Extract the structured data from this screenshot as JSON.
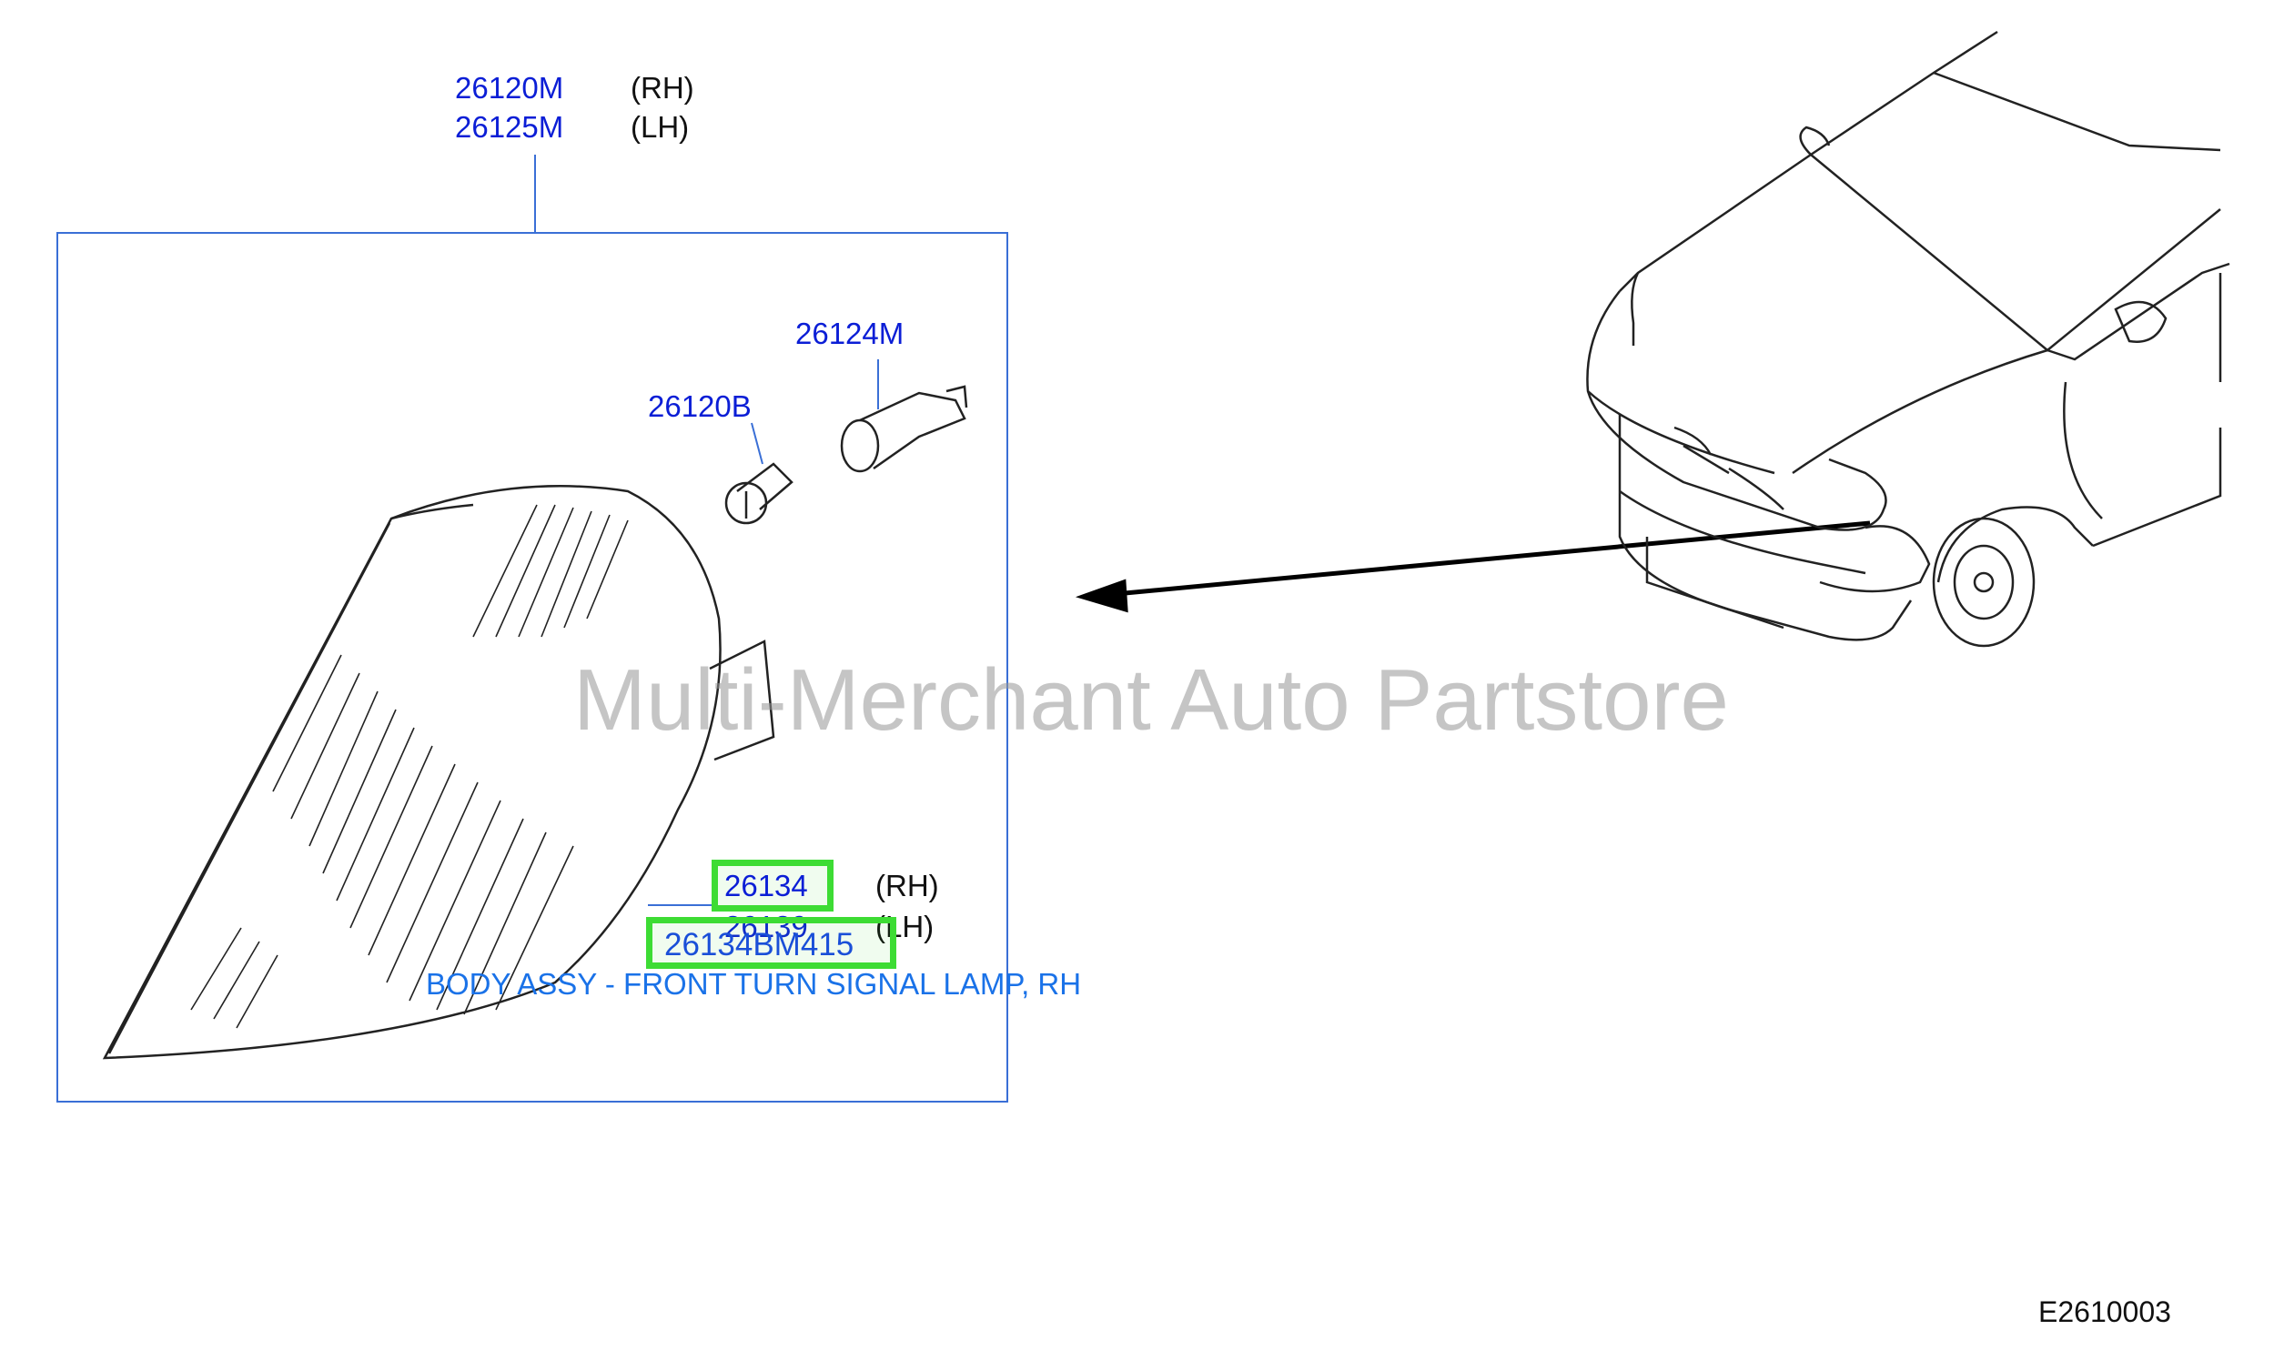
{
  "callouts": {
    "lamp_rh": {
      "part": "26120M",
      "side": "(RH)"
    },
    "lamp_lh": {
      "part": "26125M",
      "side": "(LH)"
    },
    "socket": {
      "part": "26124M"
    },
    "bulb": {
      "part": "26120B"
    },
    "body_rh": {
      "part": "26134",
      "side": "(RH)"
    },
    "body_lh": {
      "part": "26139",
      "side": "(LH)"
    }
  },
  "highlight": {
    "part_number": "26134BM415",
    "description": "BODY ASSY - FRONT TURN SIGNAL LAMP, RH",
    "color": "#3ddc34"
  },
  "watermark": "Multi-Merchant Auto Partstore",
  "diagram_code": "E2610003",
  "colors": {
    "part_label": "#0b1ed6",
    "frame": "#3a6fd6",
    "description": "#1a72e8"
  }
}
